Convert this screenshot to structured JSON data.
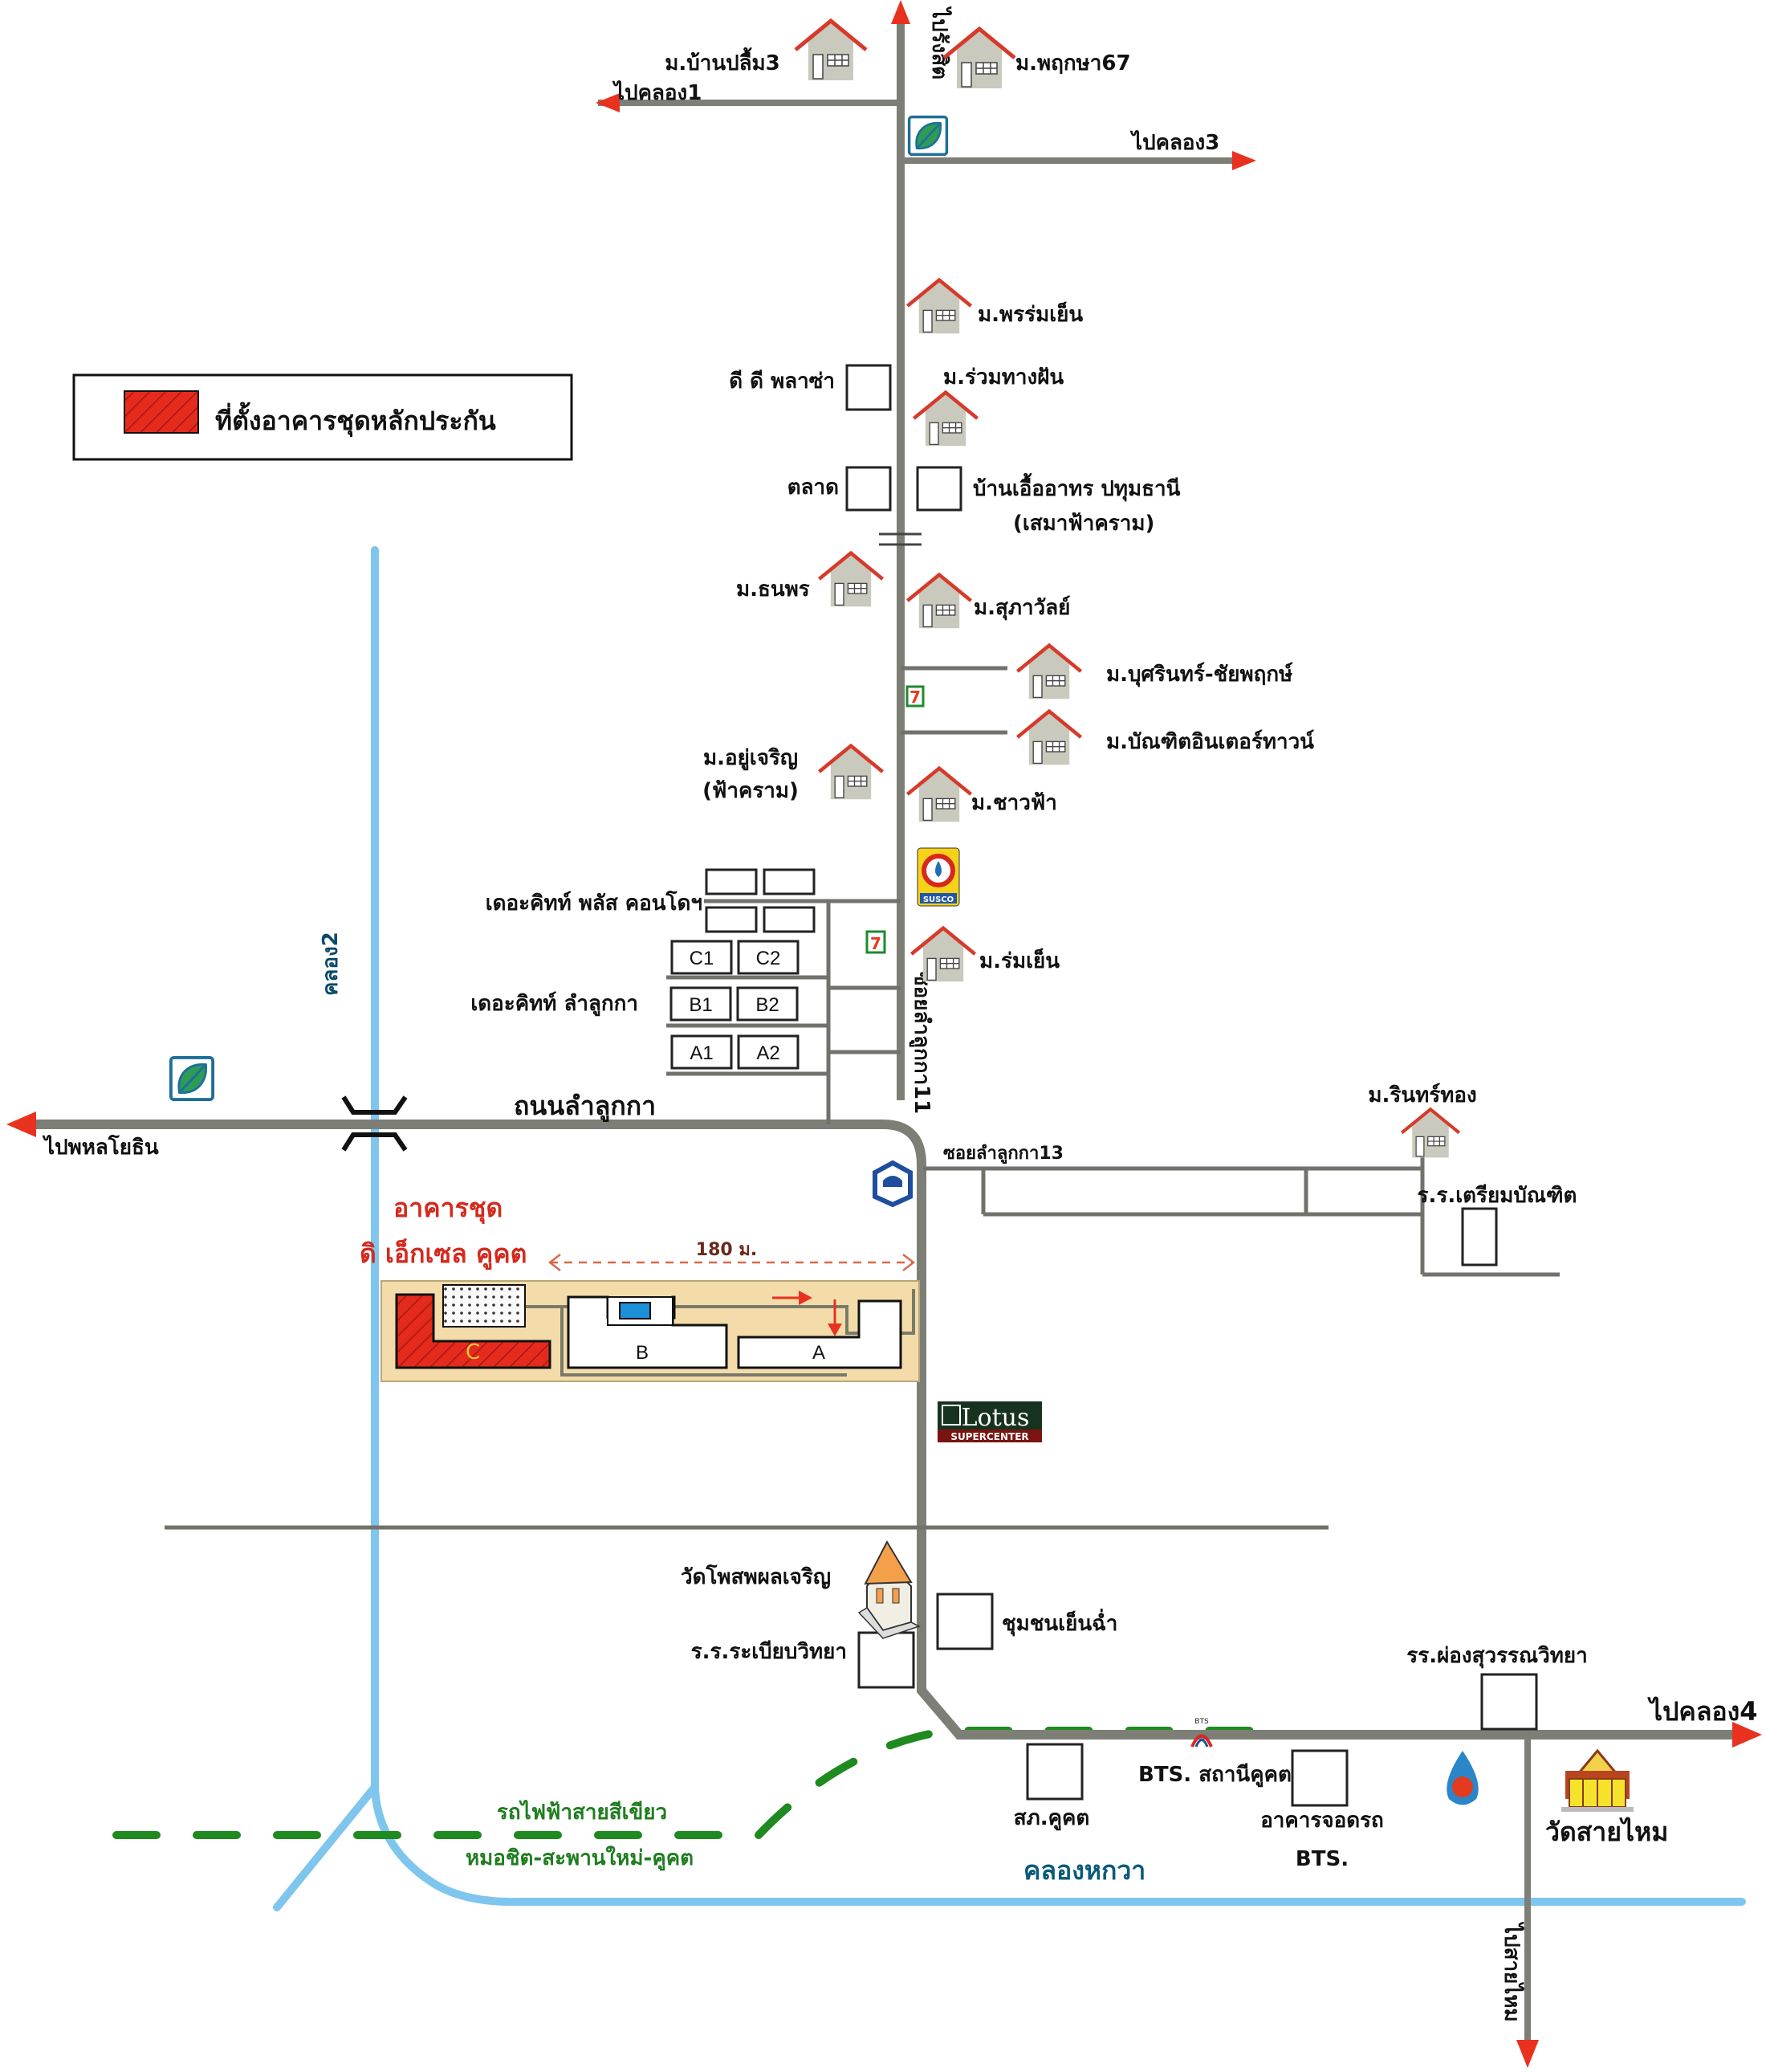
{
  "legend": {
    "label": "ที่ตั้งอาคารชุดหลักประกัน",
    "swatch_color": "#e42b1e"
  },
  "colors": {
    "road": "#7d7f77",
    "canal": "#7fc6ee",
    "green_line": "#1f8a1f",
    "arrow": "#e8321f",
    "house_roof": "#d63a2a",
    "house_wall": "#c9c9bd",
    "highlight": "#e42b1e",
    "site_bg": "#f3dcaa"
  },
  "directions": {
    "to_rangsit": "ไปรังสิต",
    "to_khlong1": "ไปคลอง1",
    "to_khlong3": "ไปคลอง3",
    "to_phahonyothin": "ไปพหลโยธิน",
    "to_khlong4": "ไปคลอง4",
    "to_saimai": "ไปสายไหม"
  },
  "roads": {
    "lamlukka": "ถนนลำลูกกา",
    "soi11": "ซอยลำลูกกา11",
    "soi13": "ซอยลำลูกกา13"
  },
  "canals": {
    "khlong2": "คลอง2",
    "khlong_hok_wa": "คลองหกวา"
  },
  "villages": {
    "ban_plim3": "ม.บ้านปลื้ม3",
    "pruksa67": "ม.พฤกษา67",
    "pornromyen": "ม.พรร่มเย็น",
    "ruamtangfan": "ม.ร่วมทางฝัน",
    "thanaporn": "ม.ธนพร",
    "supawan": "ม.สุภาวัลย์",
    "busarin": "ม.บุศรินทร์-ชัยพฤกษ์",
    "bandit_intertown": "ม.บัณฑิตอินเตอร์ทาวน์",
    "yucharoen": "ม.อยู่เจริญ",
    "yucharoen_sub": "(ฟ้าคราม)",
    "chaofa": "ม.ชาวฟ้า",
    "romyen": "ม.ร่มเย็น",
    "rinthong": "ม.รินทร์ทอง"
  },
  "places": {
    "dd_plaza": "ดี ดี พลาซ่า",
    "market": "ตลาด",
    "ban_uea_athorn": "บ้านเอื้ออาทร ปทุมธานี",
    "ban_uea_athorn_sub": "(เสมาฟ้าคราม)",
    "the_kith_plus": "เดอะคิทท์ พลัส คอนโดฯ",
    "the_kith_lamlukka": "เดอะคิทท์ ลำลูกกา",
    "triam_bandit": "ร.ร.เตรียมบัณฑิต",
    "wat_phot": "วัดโพสพผลเจริญ",
    "rabiab_wittaya": "ร.ร.ระเบียบวิทยา",
    "chumchon": "ชุมชนเย็นฉ่ำ",
    "phong_suwan": "รร.ผ่องสุวรรณวิทยา",
    "police": "สภ.คูคต",
    "bts_station": "BTS. สถานีคูคต",
    "bts_parking": "อาคารจอดรถ",
    "bts_parking_sub": "BTS.",
    "wat_saimai": "วัดสายไหม"
  },
  "kith_blocks": [
    "C1",
    "C2",
    "B1",
    "B2",
    "A1",
    "A2"
  ],
  "site": {
    "title_line1": "อาคารชุด",
    "title_line2": "ดิ เอ็กเซล คูคต",
    "distance": "180 ม.",
    "building_a": "A",
    "building_b": "B",
    "building_c": "C"
  },
  "green_line": {
    "line1": "รถไฟฟ้าสายสีเขียว",
    "line2": "หมอชิต-สะพานใหม่-คูคต"
  },
  "logos": {
    "lotus_name": "Lotus",
    "lotus_sub": "SUPERCENTER",
    "susco": "SUSCO",
    "seven": "7",
    "bts": "BTS"
  }
}
